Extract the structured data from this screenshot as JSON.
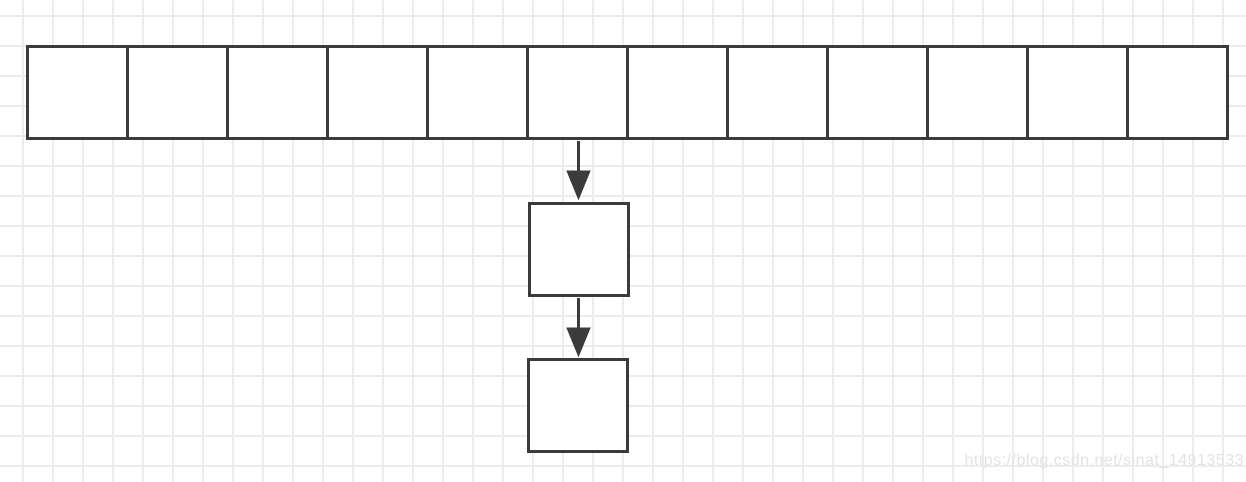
{
  "page": {
    "kind": "flow-diagram on grid canvas"
  },
  "colors": {
    "stroke": "#3b3b3b",
    "shape_fill": "#ffffff",
    "grid_line": "#ececec",
    "background": "#ffffff",
    "watermark": "#e3e3e3"
  },
  "diagram": {
    "array": {
      "cell_count": 12,
      "cells": [
        "",
        "",
        "",
        "",
        "",
        "",
        "",
        "",
        "",
        "",
        "",
        ""
      ]
    },
    "nodes": [
      {
        "name": "node-1",
        "label": ""
      },
      {
        "name": "node-2",
        "label": ""
      }
    ],
    "arrows": [
      {
        "name": "arrow-down-1",
        "from": "array-cell-6",
        "to": "node-1",
        "direction": "down"
      },
      {
        "name": "arrow-down-2",
        "from": "node-1",
        "to": "node-2",
        "direction": "down"
      }
    ]
  },
  "watermark": {
    "text": "https://blog.csdn.net/sinat_14913533"
  }
}
